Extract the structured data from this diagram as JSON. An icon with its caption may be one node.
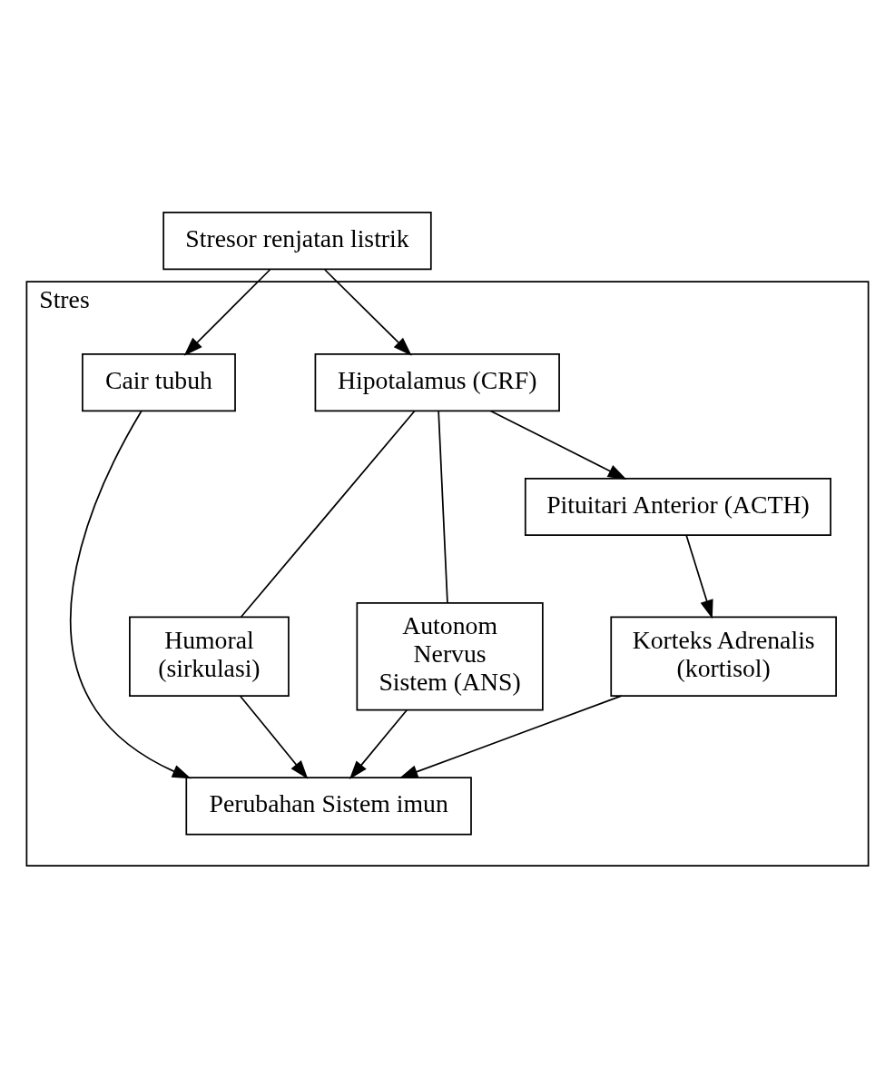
{
  "diagram": {
    "nodes": [
      {
        "text": [
          "Stresor renjatan listrik"
        ]
      },
      {
        "text": [
          "Stres"
        ]
      },
      {
        "text": [
          "Hipotalamus (CRF)"
        ],
        "in": 1
      },
      {
        "text": [
          "Cair tubuh"
        ],
        "in": 1
      },
      {
        "text": [
          "Humoral (sirkulasi)"
        ],
        "in": 1
      },
      {
        "text": [
          "Autonom Nervus Sistem (ANS)"
        ],
        "in": 1
      },
      {
        "text": [
          "Pituitari Anterior (ACTH)"
        ],
        "in": 1
      },
      {
        "text": [
          "Korteks Adrenalis (kortisol)"
        ],
        "in": 1
      },
      {
        "text": [
          "Perubahan Sistem imun"
        ],
        "in": 1
      }
    ],
    "edges": [
      {
        "from": 0,
        "to": 2,
        "arrow": "to"
      },
      {
        "from": 0,
        "to": 3,
        "arrow": "to"
      },
      {
        "from": 2,
        "to": 4,
        "arrow": "none"
      },
      {
        "from": 2,
        "to": 5,
        "arrow": "none"
      },
      {
        "from": 2,
        "to": 6,
        "arrow": "to"
      },
      {
        "from": 6,
        "to": 7,
        "arrow": "to"
      },
      {
        "from": 7,
        "to": 8,
        "arrow": "to"
      },
      {
        "from": 4,
        "to": 8,
        "arrow": "to"
      },
      {
        "from": 5,
        "to": 8,
        "arrow": "to"
      },
      {
        "from": 3,
        "to": 8,
        "arrow": "to"
      }
    ]
  }
}
